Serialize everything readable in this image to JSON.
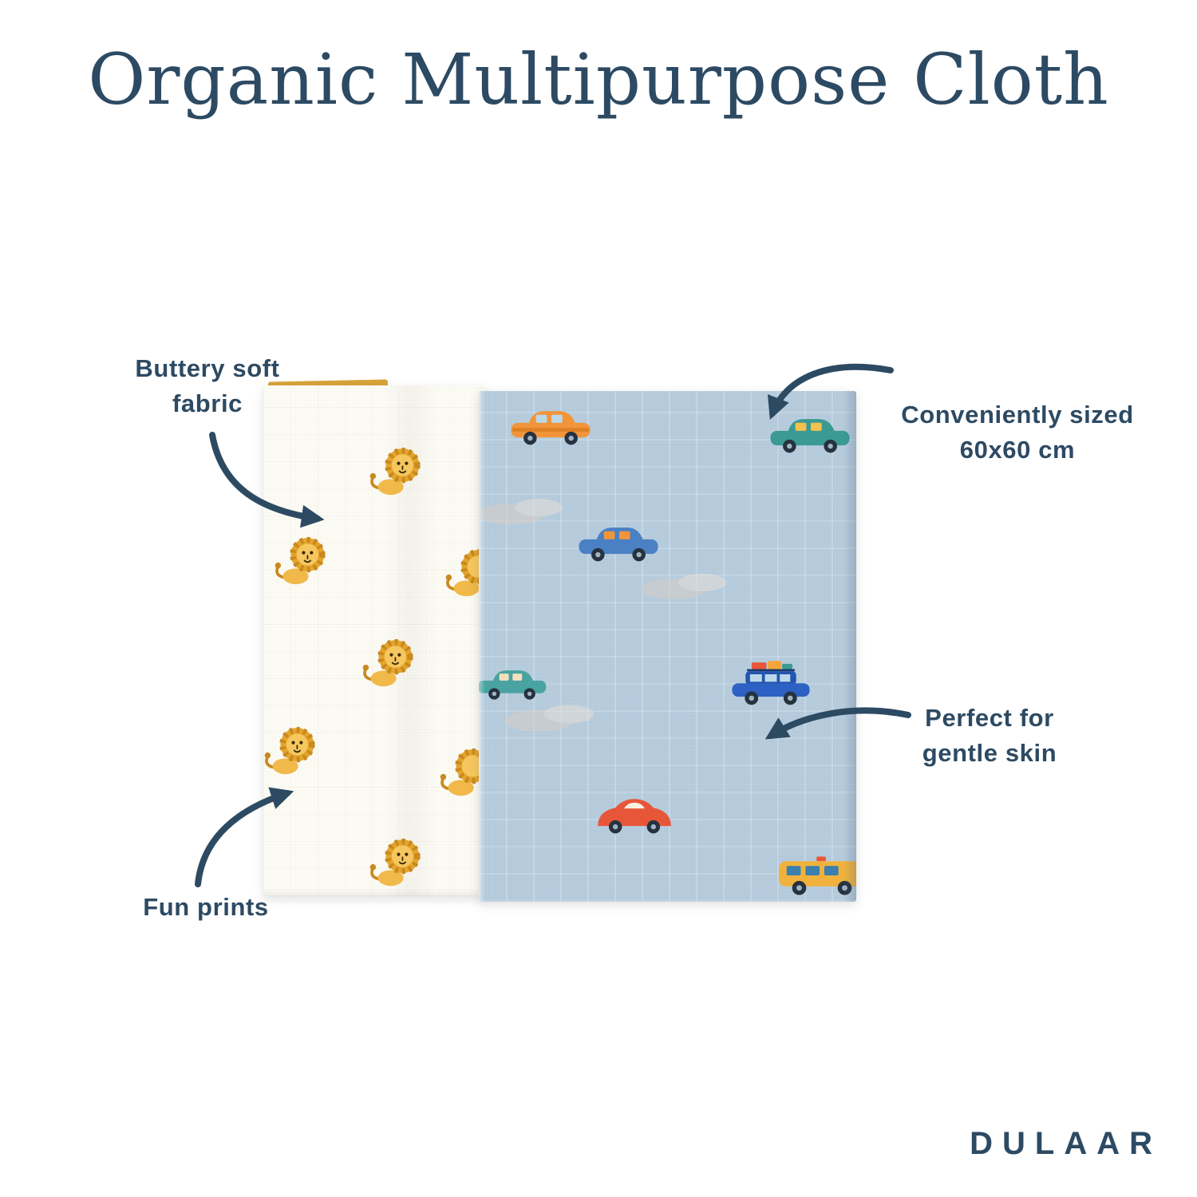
{
  "page": {
    "title": "Organic Multipurpose Cloth",
    "brand": "DULAAR",
    "background": "#ffffff"
  },
  "annotations": {
    "buttery_soft": {
      "line1": "Buttery soft",
      "line2": "fabric"
    },
    "conveniently_sized": {
      "line1": "Conveniently sized",
      "line2": "60x60 cm"
    },
    "gentle_skin": {
      "line1": "Perfect for",
      "line2": "gentle skin"
    },
    "fun_prints": {
      "line1": "Fun prints"
    }
  },
  "product": {
    "left_cloth": {
      "description": "white organic muslin cloth with lion print",
      "pattern": "lions"
    },
    "right_cloth": {
      "description": "light blue organic muslin cloth with cars and clouds print",
      "pattern": "vehicles"
    }
  },
  "icons": [
    "lion-icon",
    "taxi-icon",
    "teal-car-icon",
    "blue-car-icon",
    "small-teal-car-icon",
    "suv-luggage-icon",
    "red-car-icon",
    "van-icon",
    "cloud-shape",
    "curved-arrow-icon"
  ],
  "colors": {
    "text_navy": "#2d4a63",
    "white_cloth": "#fcfbf4",
    "blue_cloth": "#b7cdde",
    "lion_gold": "#e3a52c",
    "taxi_orange": "#f2953a",
    "teal": "#3b9a93",
    "car_blue": "#4a80c4",
    "suv_navy": "#2456b0",
    "red_car": "#e8563a",
    "van_yellow": "#f0b23c"
  }
}
